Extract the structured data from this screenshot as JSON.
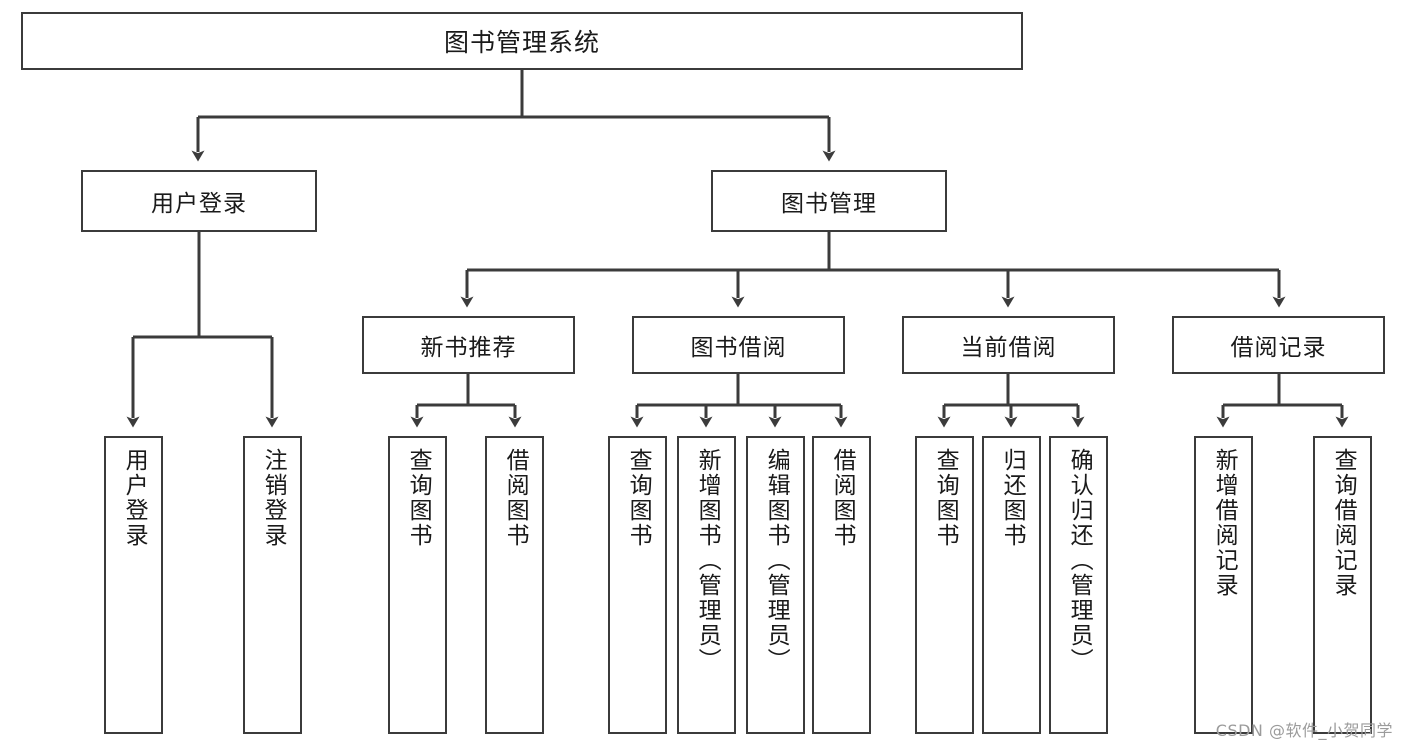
{
  "diagram": {
    "title": "图书管理系统",
    "watermark": "CSDN @软件_小贺同学",
    "colors": {
      "stroke": "#3b3b3b",
      "background": "#ffffff",
      "text": "#1a1a1a",
      "watermark": "#9b9b9b"
    },
    "root": {
      "label": "图书管理系统"
    },
    "level2": [
      {
        "label": "用户登录"
      },
      {
        "label": "图书管理"
      }
    ],
    "level3": [
      {
        "label": "新书推荐"
      },
      {
        "label": "图书借阅"
      },
      {
        "label": "当前借阅"
      },
      {
        "label": "借阅记录"
      }
    ],
    "leaves": {
      "user_login": [
        {
          "label": "用户登录"
        },
        {
          "label": "注销登录"
        }
      ],
      "new_book_recommend": [
        {
          "label": "查询图书"
        },
        {
          "label": "借阅图书"
        }
      ],
      "book_borrow": [
        {
          "label": "查询图书"
        },
        {
          "label": "新增图书（管理员）"
        },
        {
          "label": "编辑图书（管理员）"
        },
        {
          "label": "借阅图书"
        }
      ],
      "current_borrow": [
        {
          "label": "查询图书"
        },
        {
          "label": "归还图书"
        },
        {
          "label": "确认归还（管理员）"
        }
      ],
      "borrow_records": [
        {
          "label": "新增借阅记录"
        },
        {
          "label": "查询借阅记录"
        }
      ]
    }
  }
}
